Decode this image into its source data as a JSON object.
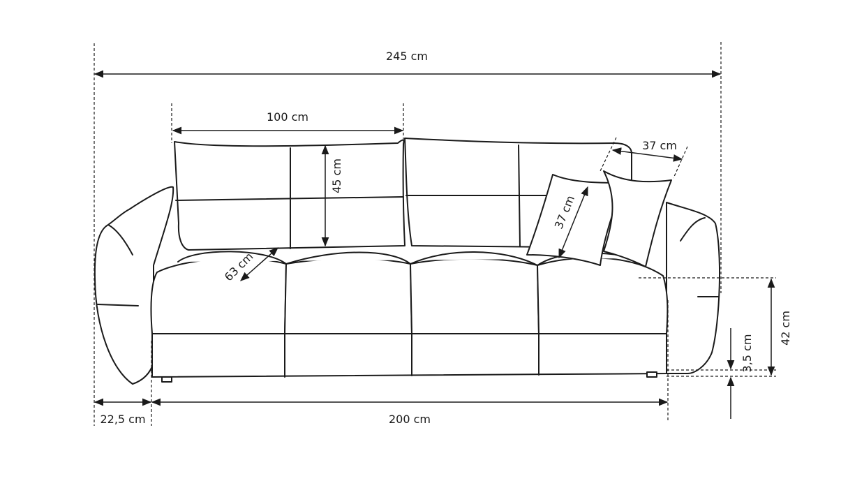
{
  "dimensions": {
    "total_width": "245 cm",
    "back_cushion_width": "100 cm",
    "back_cushion_height": "45 cm",
    "pillow_width": "37 cm",
    "pillow_height": "37 cm",
    "seat_depth": "63 cm",
    "seat_height": "42 cm",
    "leg_height": "3,5 cm",
    "armrest_width": "22,5 cm",
    "seat_width": "200 cm"
  },
  "colors": {
    "line": "#1a1a1a",
    "background": "#ffffff"
  }
}
